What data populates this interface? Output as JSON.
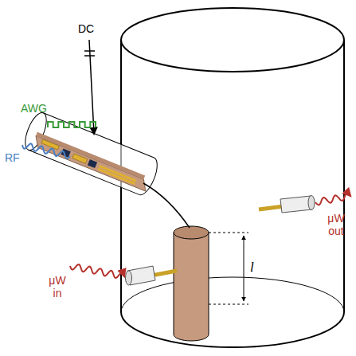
{
  "diagram": {
    "labels": [
      "AWG",
      "DC",
      "RF",
      "μW out",
      "μW in",
      "l"
    ]
  }
}
